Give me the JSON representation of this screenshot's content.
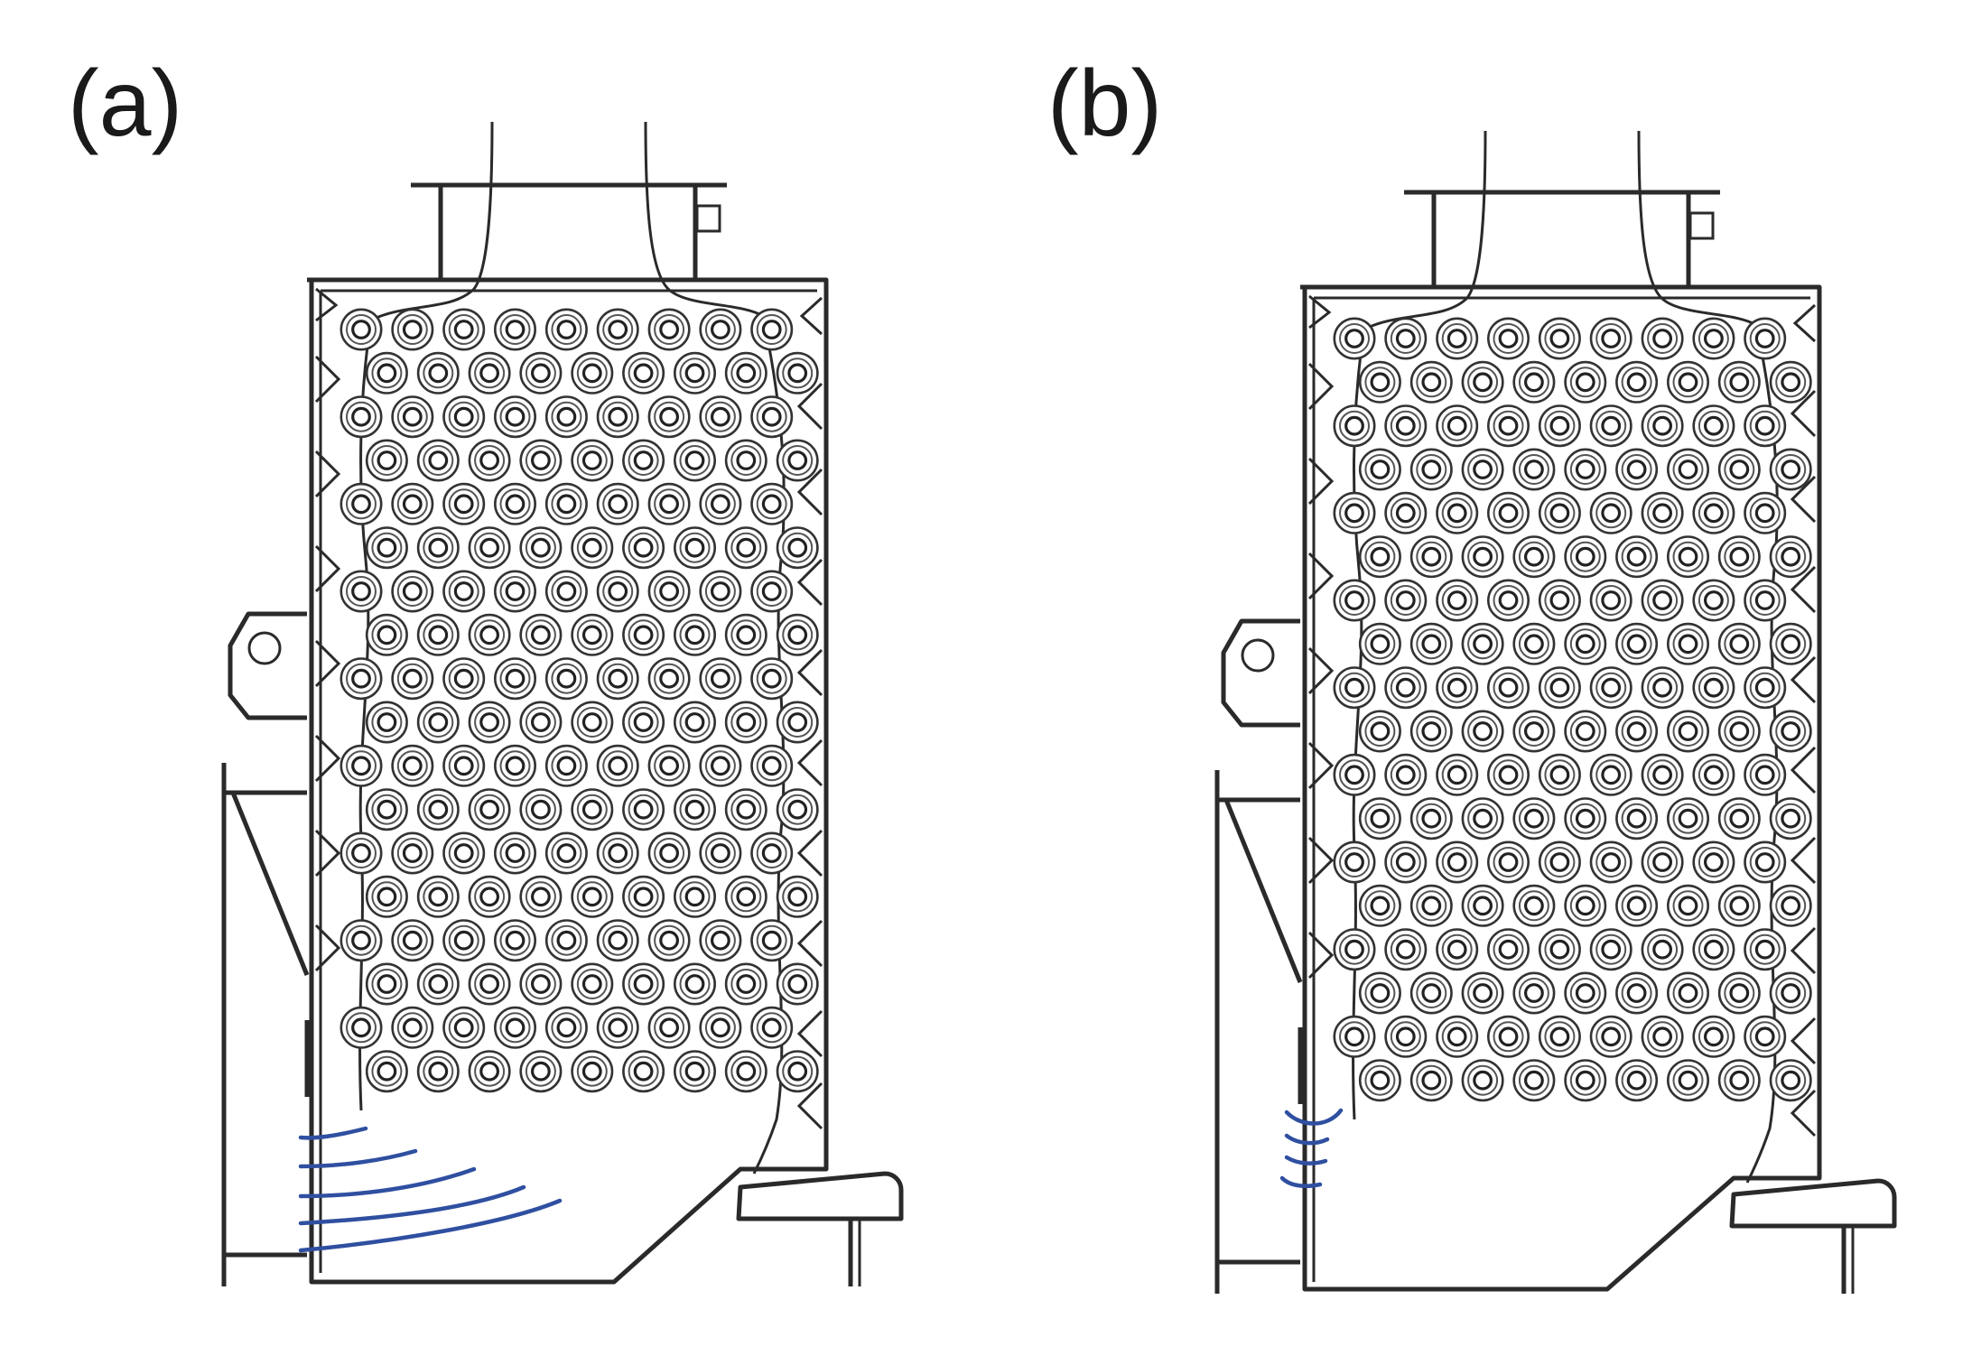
{
  "panels": [
    {
      "id": "a",
      "label": "(a)",
      "flow_lines": 5
    },
    {
      "id": "b",
      "label": "(b)",
      "flow_lines": 4
    }
  ],
  "colors": {
    "line": "#2a2a2a",
    "flow": "#2f4fa0",
    "background": "#ffffff"
  }
}
